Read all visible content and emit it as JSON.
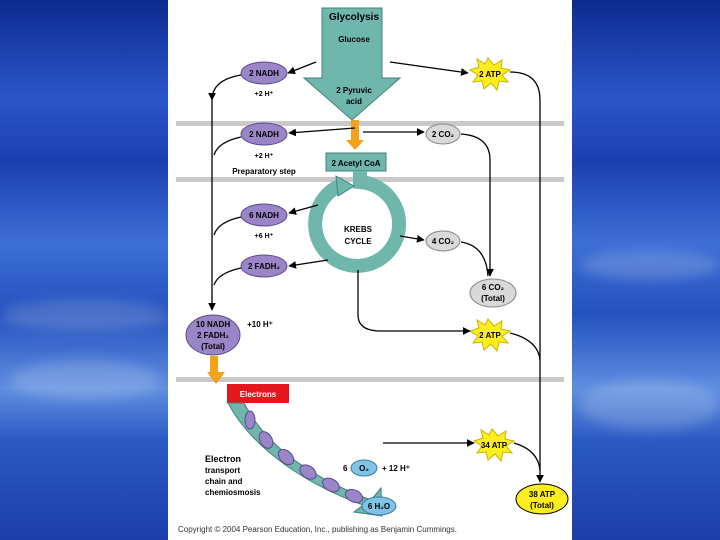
{
  "diagram": {
    "glycolysis": "Glycolysis",
    "glucose": "Glucose",
    "pyruvic_1": "2 Pyruvic",
    "pyruvic_2": "acid",
    "nadh_1": "2 NADH",
    "h_1": "+2 H⁺",
    "atp_1": "2 ATP",
    "nadh_2": "2 NADH",
    "h_2": "+2 H⁺",
    "prep_step": "Preparatory step",
    "co2_1": "2 CO₂",
    "acetyl": "2 Acetyl CoA",
    "nadh_3": "6 NADH",
    "h_3": "+6 H⁺",
    "krebs_1": "KREBS",
    "krebs_2": "CYCLE",
    "co2_2": "4 CO₂",
    "fadh_1": "2 FADH₂",
    "co2_total_1": "6 CO₂",
    "co2_total_2": "(Total)",
    "nadh_total_1": "10 NADH",
    "nadh_total_2": "2 FADH₂",
    "nadh_total_3": "(Total)",
    "h_4": "+10 H⁺",
    "atp_2": "2 ATP",
    "electrons": "Electrons",
    "etc_1": "Electron",
    "etc_2": "transport",
    "etc_3": "chain and",
    "etc_4": "chemiosmosis",
    "atp_3": "34 ATP",
    "o2_pre": "6",
    "o2": "O₂",
    "h_5": "+ 12 H⁺",
    "h2o": "6 H₂O",
    "atp_total_1": "38 ATP",
    "atp_total_2": "(Total)",
    "copyright": "Copyright © 2004 Pearson Education, Inc., publishing as Benjamin Cummings."
  },
  "colors": {
    "teal": "#6fb6ad",
    "teal_dark": "#3f8479",
    "purple": "#9a86c7",
    "purple_dark": "#5a4a8c",
    "gray_band": "#c9c9c9",
    "co2_gray": "#d9d9d9",
    "atp_yellow": "#ffee1e",
    "electrons_red": "#e4171c",
    "orange": "#f3a21a"
  }
}
